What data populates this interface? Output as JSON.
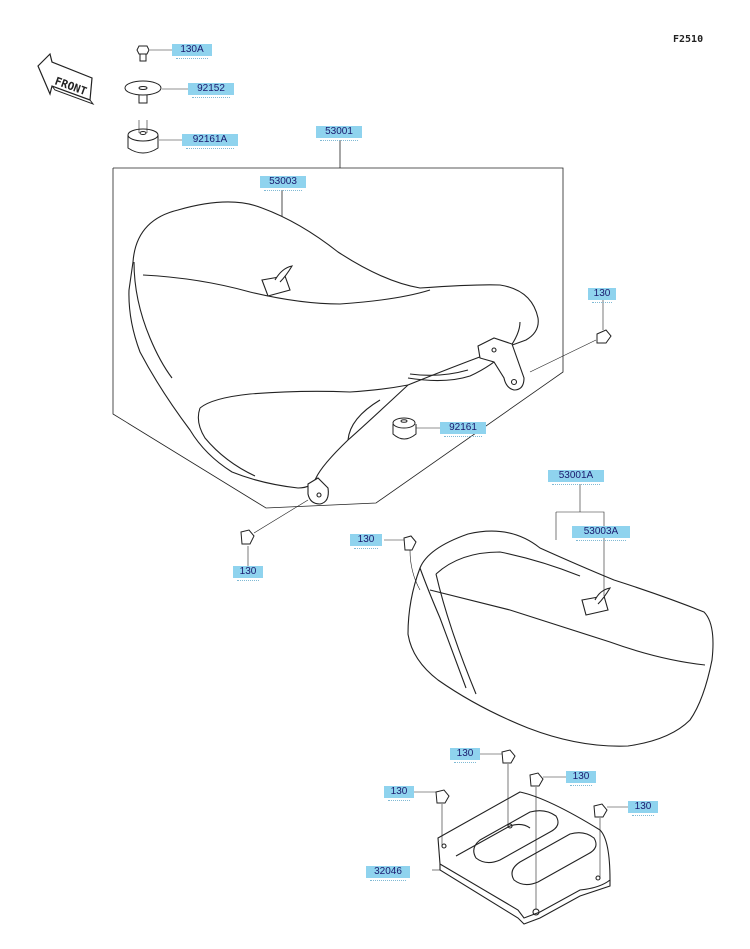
{
  "figure_code": "F2510",
  "front_label": "FRONT",
  "callouts": [
    {
      "id": "bolt-top",
      "text": "130A"
    },
    {
      "id": "washer",
      "text": "92152"
    },
    {
      "id": "damper-top",
      "text": "92161A"
    },
    {
      "id": "seat-assy",
      "text": "53001"
    },
    {
      "id": "seat-tag",
      "text": "53003"
    },
    {
      "id": "bolt-seat-right",
      "text": "130"
    },
    {
      "id": "damper-mid",
      "text": "92161"
    },
    {
      "id": "bolt-seat-left",
      "text": "130"
    },
    {
      "id": "seat2-assy",
      "text": "53001A"
    },
    {
      "id": "seat2-tag",
      "text": "53003A"
    },
    {
      "id": "bolt-seat2",
      "text": "130"
    },
    {
      "id": "bolt-plate-1",
      "text": "130"
    },
    {
      "id": "bolt-plate-2",
      "text": "130"
    },
    {
      "id": "bolt-plate-3",
      "text": "130"
    },
    {
      "id": "bolt-plate-4",
      "text": "130"
    },
    {
      "id": "plate",
      "text": "32046"
    }
  ]
}
